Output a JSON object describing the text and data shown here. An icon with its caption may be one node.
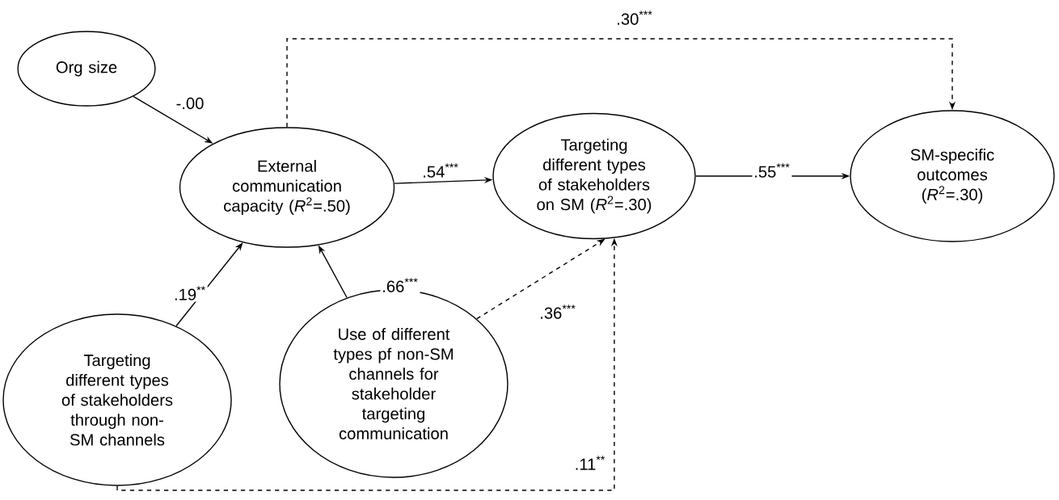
{
  "diagram": {
    "nodes": [
      {
        "text": [
          "Org size"
        ]
      },
      {
        "text": [
          "External communication capacity (*R*$^{2}$=.50)"
        ]
      },
      {
        "text": [
          "Targeting different types of stakeholders on SM (*R*$^{2}$=.30)"
        ]
      },
      {
        "text": [
          "SM-specific outcomes (*R*$^{2}$=.30)"
        ]
      },
      {
        "text": [
          "Targeting different types of stakeholders through non-SM channels"
        ]
      },
      {
        "text": [
          "Use of different types pf non-SM channels for stakeholder targeting communication"
        ]
      }
    ],
    "edges": [
      {
        "from": 0,
        "to": 1,
        "arrow": "to",
        "label": "-.00"
      },
      {
        "from": 1,
        "to": 2,
        "arrow": "to",
        "label": ".54$^{***}$"
      },
      {
        "from": 2,
        "to": 3,
        "arrow": "to",
        "label": ".55$^{***}$"
      },
      {
        "from": 4,
        "to": 1,
        "arrow": "to",
        "label": ".19$^{**}$"
      },
      {
        "from": 5,
        "to": 1,
        "arrow": "to",
        "label": ".66$^{***}$"
      },
      {
        "from": 5,
        "to": 2,
        "arrow": "to",
        "label": ".36$^{***}$",
        "style": "dashed"
      },
      {
        "from": 4,
        "to": 2,
        "arrow": "to",
        "label": ".11$^{**}$",
        "style": "dashed"
      },
      {
        "from": 1,
        "to": 3,
        "arrow": "to",
        "label": ".30$^{***}$",
        "style": "dashed"
      }
    ]
  }
}
